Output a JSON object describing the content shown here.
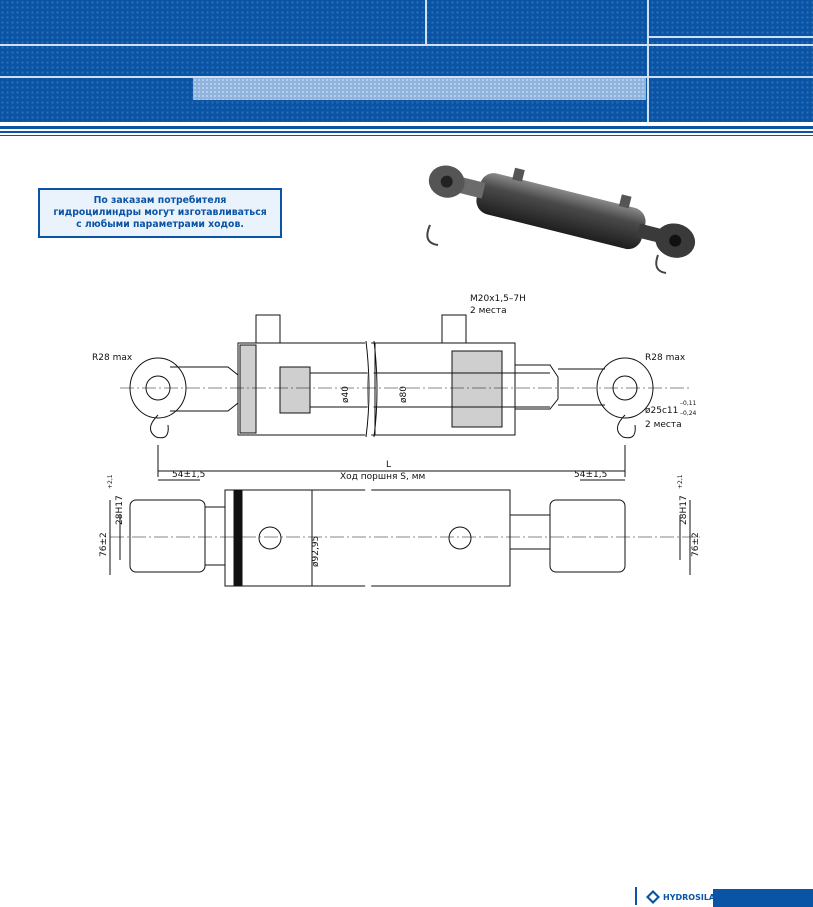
{
  "notice": {
    "line1": "По заказам потребителя",
    "line2": "гидроцилиндры могут изготавливаться",
    "line3": "с любыми параметрами ходов."
  },
  "dimensions": {
    "port_thread": "М20х1,5–7Н",
    "port_count": "2 места",
    "radius_left": "R28 max",
    "radius_right": "R28 max",
    "rod_diameter": "ø40",
    "bore_diameter": "ø80",
    "pin_diameter": "ø25c11",
    "pin_tol_upper": "–0,11",
    "pin_tol_lower": "–0,24",
    "pin_count": "2 места",
    "length": "L",
    "stroke": "Ход поршня S, мм",
    "offset_left": "54±1,5",
    "offset_right": "54±1,5",
    "slot_left": "28H17",
    "slot_left_tol": "+2,1",
    "slot_right": "28H17",
    "slot_right_tol": "+2,1",
    "width_left": "76±2",
    "width_right": "76±2",
    "body_diameter": "ø92,95"
  },
  "footer": {
    "logo": "HYDROSILA"
  },
  "colors": {
    "brand": "#0a54a6",
    "light": "#8fb4dd"
  }
}
